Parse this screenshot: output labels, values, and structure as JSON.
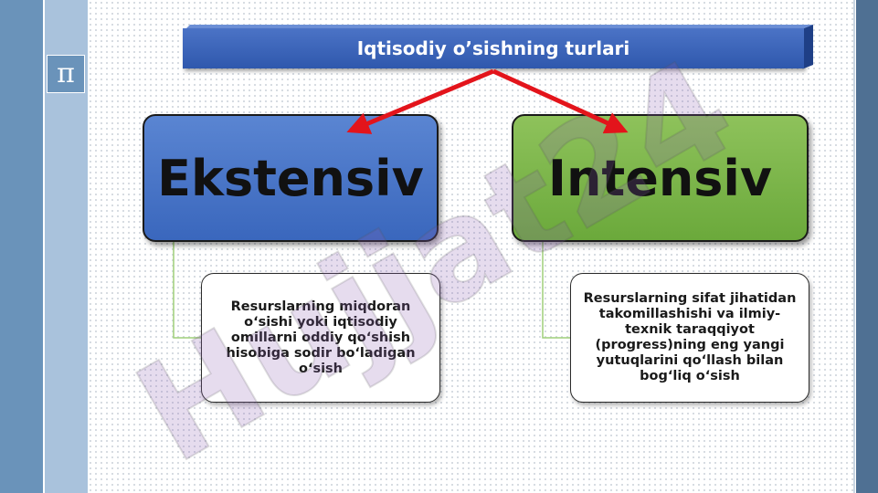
{
  "sidebar": {
    "icon_glyph": "π",
    "icon": "pi-icon"
  },
  "title": "Iqtisodiy o’sishning turlari",
  "types": [
    {
      "label": "Ekstensiv",
      "description": "Resurslarning miqdoran\no‘sishi yoki iqtisodiy\nomillarni oddiy qo‘shish\nhisobiga sodir bo‘ladigan\no‘sish",
      "color": "#4a77c9"
    },
    {
      "label": "Intensiv",
      "description": "Resurslarning sifat jihatidan\ntakomillashishi va ilmiy-\ntexnik taraqqiyot\n(progress)ning eng yangi\nyutuqlarini qo‘llash bilan\nbog‘liq o‘sish",
      "color": "#7cb548"
    }
  ],
  "watermark": {
    "text": "Hujjat24"
  },
  "colors": {
    "arrow": "#e3141b",
    "connector": "#9fcf7a",
    "title_bar": "#3b62b8"
  }
}
